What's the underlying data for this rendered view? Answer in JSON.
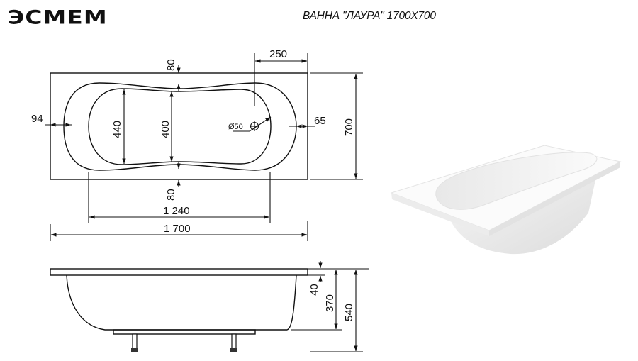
{
  "header": {
    "logo_text": "ЭСМЕМ",
    "title": "ВАННА \"ЛАУРА\" 1700X700"
  },
  "top_view": {
    "dimensions": {
      "rim_top_width": "80",
      "rim_bottom_width": "80",
      "drain_offset": "250",
      "left_rim": "94",
      "right_rim": "65",
      "inner_width_left": "440",
      "inner_width_middle": "400",
      "drain_diameter": "Ø50",
      "overall_width": "700",
      "bottom_length": "1 240",
      "overall_length": "1 700"
    }
  },
  "side_view": {
    "dimensions": {
      "rim_thickness": "40",
      "body_height": "370",
      "total_height": "540"
    }
  },
  "product_photo": {
    "alt": "3D rendering of white acrylic bathtub"
  },
  "colors": {
    "line": "#111111",
    "background": "#ffffff",
    "tub_body": "#f2f2f2"
  }
}
